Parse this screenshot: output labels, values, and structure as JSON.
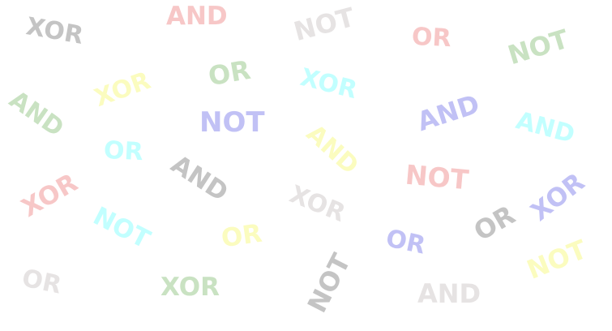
{
  "words": [
    {
      "text": "XOR",
      "color": "#c4c4c4"
    },
    {
      "text": "AND",
      "color": "#f7c7c7"
    },
    {
      "text": "NOT",
      "color": "#e6e3e3"
    },
    {
      "text": "OR",
      "color": "#f7c7c7"
    },
    {
      "text": "NOT",
      "color": "#c9e2c2"
    },
    {
      "text": "OR",
      "color": "#c9e2c2"
    },
    {
      "text": "XOR",
      "color": "#fbfcbf"
    },
    {
      "text": "XOR",
      "color": "#c2ffff"
    },
    {
      "text": "AND",
      "color": "#c9e2c2"
    },
    {
      "text": "NOT",
      "color": "#c1c1f5"
    },
    {
      "text": "AND",
      "color": "#c1c1f5"
    },
    {
      "text": "AND",
      "color": "#c2ffff"
    },
    {
      "text": "AND",
      "color": "#fbfcbf"
    },
    {
      "text": "OR",
      "color": "#c2ffff"
    },
    {
      "text": "AND",
      "color": "#c4c4c4"
    },
    {
      "text": "NOT",
      "color": "#f7c7c7"
    },
    {
      "text": "XOR",
      "color": "#f7c7c7"
    },
    {
      "text": "XOR",
      "color": "#e6e3e3"
    },
    {
      "text": "XOR",
      "color": "#c1c1f5"
    },
    {
      "text": "NOT",
      "color": "#c2ffff"
    },
    {
      "text": "OR",
      "color": "#fbfcbf"
    },
    {
      "text": "OR",
      "color": "#c4c4c4"
    },
    {
      "text": "OR",
      "color": "#c1c1f5"
    },
    {
      "text": "NOT",
      "color": "#fbfcbf"
    },
    {
      "text": "OR",
      "color": "#e6e3e3"
    },
    {
      "text": "XOR",
      "color": "#c9e2c2"
    },
    {
      "text": "NOT",
      "color": "#c4c4c4"
    },
    {
      "text": "AND",
      "color": "#e6e3e3"
    }
  ]
}
